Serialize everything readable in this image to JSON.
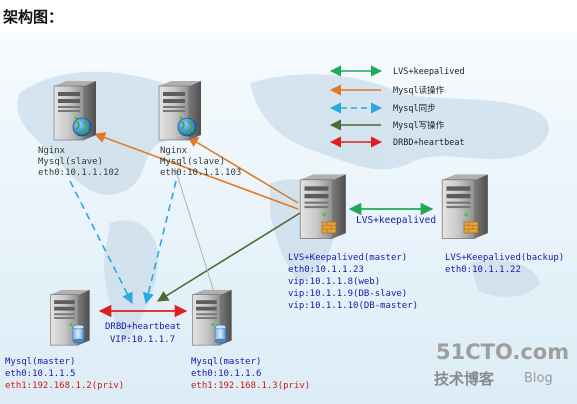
{
  "heading": "架构图：",
  "legend": {
    "items": [
      {
        "label": "LVS+keepalived",
        "color": "#1faa5a"
      },
      {
        "label": "Mysql读操作",
        "color": "#e07a20"
      },
      {
        "label": "Mysql同步",
        "color": "#2aa8e0"
      },
      {
        "label": "Mysql写操作",
        "color": "#4a6a30"
      },
      {
        "label": "DRBD+heartbeat",
        "color": "#e02020"
      }
    ]
  },
  "nodes": {
    "nginx1": {
      "lines": [
        "Nginx",
        "Mysql(slave)",
        "eth0:10.1.1.102"
      ],
      "icon": "globe-server-icon"
    },
    "nginx2": {
      "lines": [
        "Nginx",
        "Mysql(slave)",
        "eth0:10.1.1.103"
      ],
      "icon": "globe-server-icon"
    },
    "lvs_master": {
      "lines": [
        "LVS+Keepalived(master)",
        "eth0:10.1.1.23",
        "vip:10.1.1.8(web)",
        "vip:10.1.1.9(DB-slave)",
        "vip:10.1.1.10(DB-master)"
      ],
      "icon": "server-icon"
    },
    "lvs_backup": {
      "lines": [
        "LVS+Keepalived(backup)",
        "eth0:10.1.1.22"
      ],
      "icon": "server-icon"
    },
    "mysql_master1": {
      "lines": [
        "Mysql(master)",
        "eth0:10.1.1.5"
      ],
      "priv": "eth1:192.168.1.2(priv)",
      "icon": "database-server-icon"
    },
    "mysql_master2": {
      "lines": [
        "Mysql(master)",
        "eth0:10.1.1.6"
      ],
      "priv": "eth1:192.168.1.3(priv)",
      "icon": "database-server-icon"
    }
  },
  "links": {
    "lvs_pair_label": "LVS+keepalived",
    "drbd_label": "DRBD+heartbeat",
    "vip_label": "VIP:10.1.1.7"
  },
  "watermark": {
    "brand": "51CTO.com",
    "sub": "技术博客",
    "blog": "Blog"
  }
}
